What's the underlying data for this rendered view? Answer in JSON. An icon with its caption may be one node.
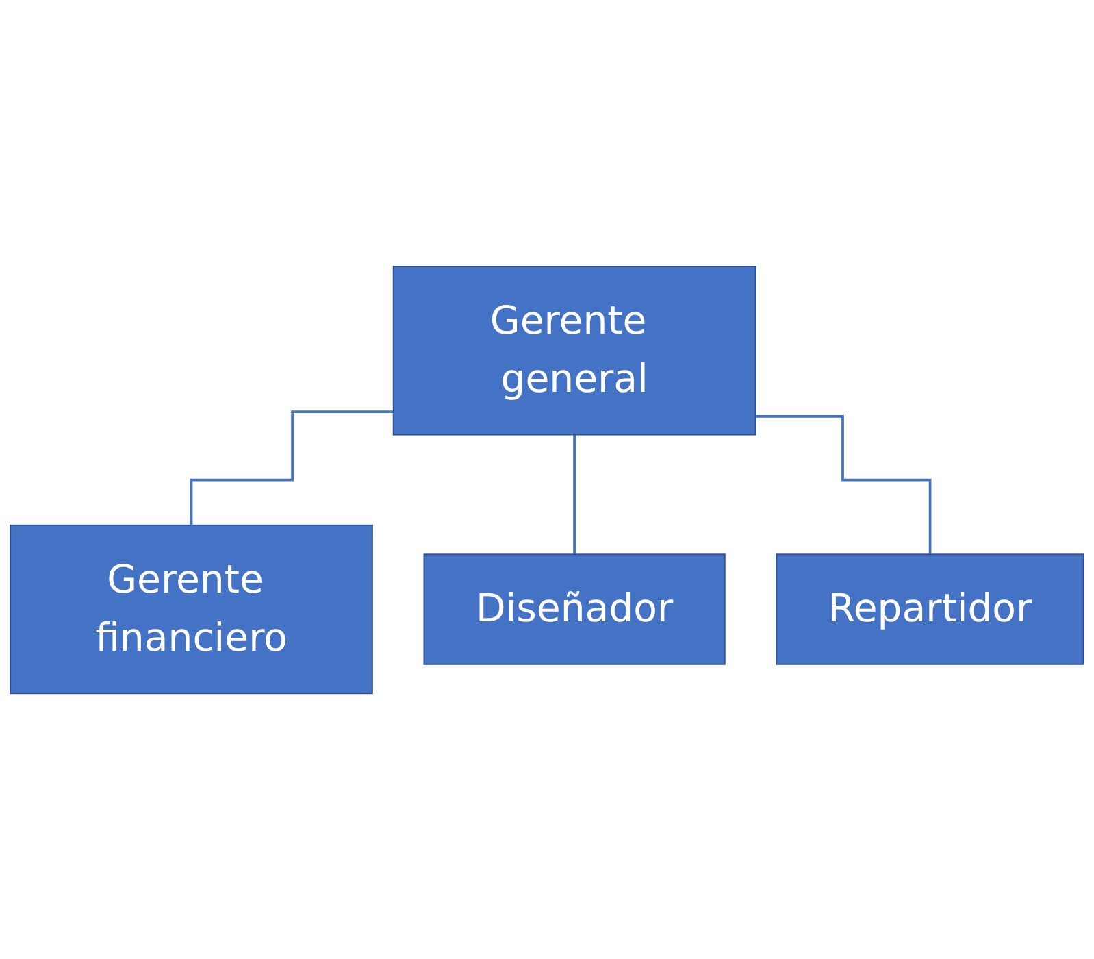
{
  "diagram": {
    "nodes": [
      {
        "text": [
          "Gerente general"
        ]
      },
      {
        "text": [
          "Gerente financiero"
        ]
      },
      {
        "text": [
          "Diseñador"
        ]
      },
      {
        "text": [
          "Repartidor"
        ]
      }
    ],
    "edges": [
      {
        "from": 0,
        "to": 1,
        "arrow": "none"
      },
      {
        "from": 0,
        "to": 2,
        "arrow": "none"
      },
      {
        "from": 0,
        "to": 3,
        "arrow": "none"
      }
    ]
  }
}
